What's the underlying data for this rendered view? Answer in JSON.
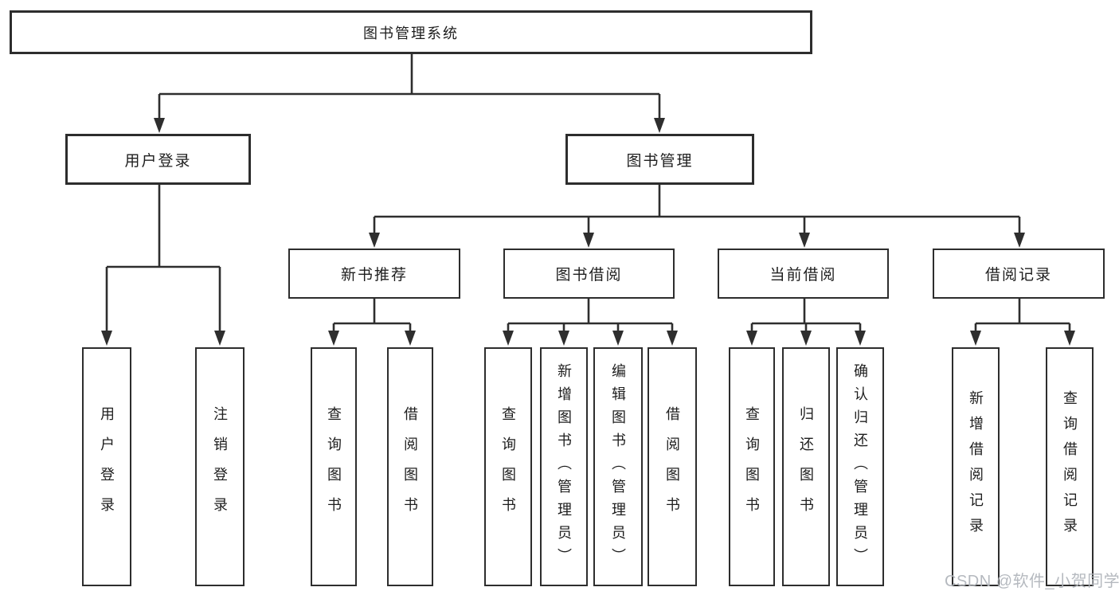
{
  "diagram_title": "图书管理系统",
  "tree": {
    "label": "图书管理系统",
    "children": [
      {
        "label": "用户登录",
        "children": [
          {
            "label": "用户登录"
          },
          {
            "label": "注销登录"
          }
        ]
      },
      {
        "label": "图书管理",
        "children": [
          {
            "label": "新书推荐",
            "children": [
              {
                "label": "查询图书"
              },
              {
                "label": "借阅图书"
              }
            ]
          },
          {
            "label": "图书借阅",
            "children": [
              {
                "label": "查询图书"
              },
              {
                "label": "新增图书（管理员）"
              },
              {
                "label": "编辑图书（管理员）"
              },
              {
                "label": "借阅图书"
              }
            ]
          },
          {
            "label": "当前借阅",
            "children": [
              {
                "label": "查询图书"
              },
              {
                "label": "归还图书"
              },
              {
                "label": "确认归还（管理员）"
              }
            ]
          },
          {
            "label": "借阅记录",
            "children": [
              {
                "label": "新增借阅记录"
              },
              {
                "label": "查询借阅记录"
              }
            ]
          }
        ]
      }
    ]
  },
  "watermark": "CSDN @软件_小贺同学",
  "colors": {
    "line": "#2e2e2e",
    "box_border": "#2d2d2d",
    "box_fill": "#ffffff",
    "text": "#1e1e1e",
    "watermark": "#b2b6bc",
    "background": "#ffffff"
  }
}
